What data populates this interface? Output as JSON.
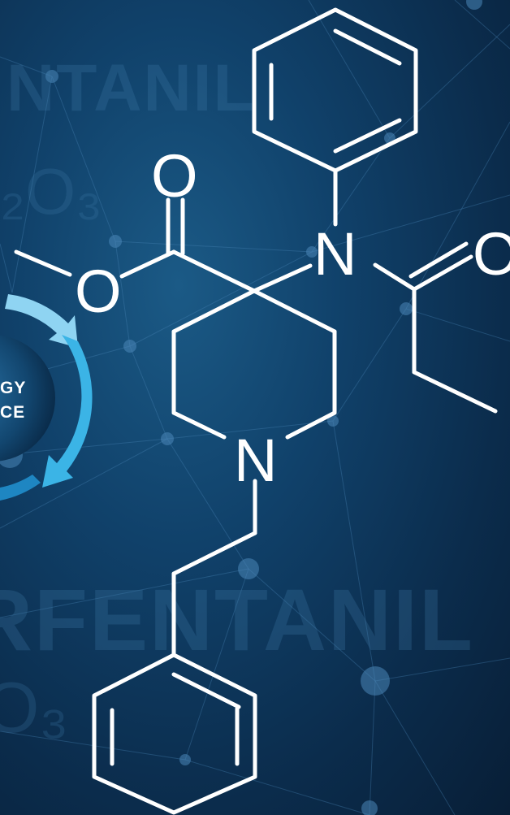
{
  "background": {
    "word_top": "NTANIL",
    "word_bottom": "RFENTANIL",
    "formula_top": "₂O₃",
    "formula_bottom": "O₃"
  },
  "badge": {
    "line1": "GY",
    "line2": "CE"
  },
  "molecule": {
    "atoms": {
      "o_carbonyl": "O",
      "o_ester": "O",
      "n_amide": "N",
      "o_amide": "O",
      "n_piperidine": "N"
    }
  },
  "colors": {
    "background_dark": "#0b2b4a",
    "background_light": "#1b5a86",
    "bond_color": "#ffffff",
    "badge_arrow": "#3bb4e6",
    "network_line": "#4a86b8",
    "ghost_text": "#3f7aa8"
  }
}
